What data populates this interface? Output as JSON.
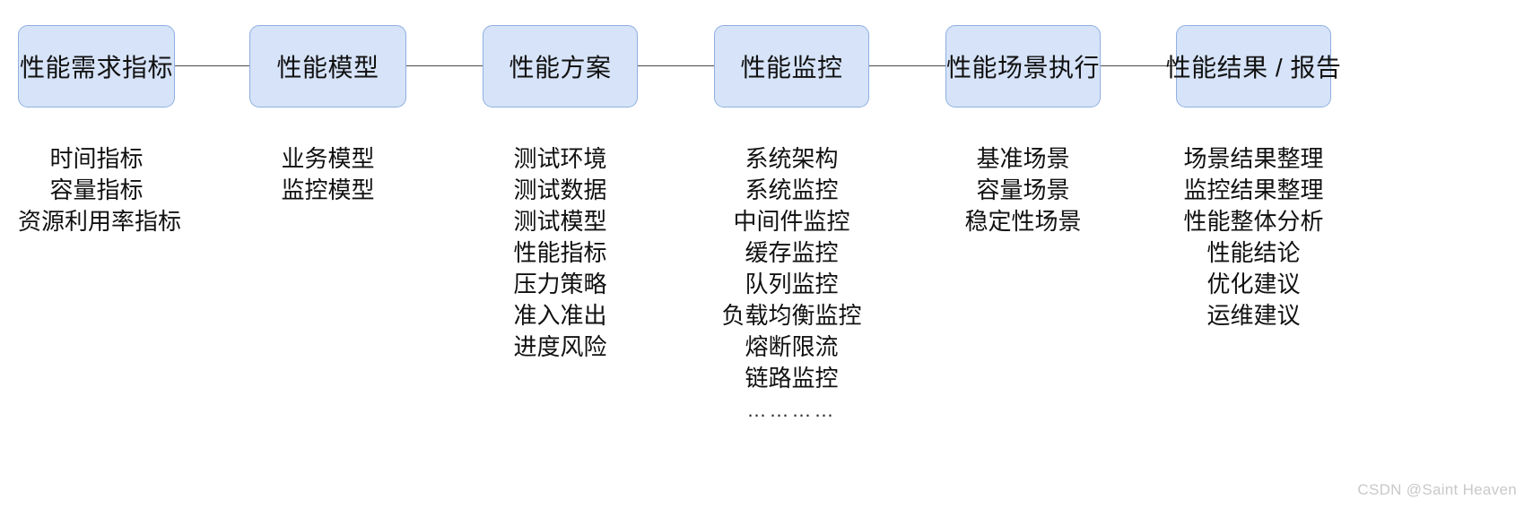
{
  "diagram": {
    "type": "linear-flow",
    "accent_fill": "#d6e3f8",
    "accent_border": "#8fb0e0",
    "connector_color": "#4a4a4a",
    "background": "#ffffff",
    "stages": [
      {
        "title": "性能需求指标",
        "items": [
          "时间指标",
          "容量指标",
          "资源利用率指标"
        ],
        "has_ellipsis": false
      },
      {
        "title": "性能模型",
        "items": [
          "业务模型",
          "监控模型"
        ],
        "has_ellipsis": false
      },
      {
        "title": "性能方案",
        "items": [
          "测试环境",
          "测试数据",
          "测试模型",
          "性能指标",
          "压力策略",
          "准入准出",
          "进度风险"
        ],
        "has_ellipsis": false
      },
      {
        "title": "性能监控",
        "items": [
          "系统架构",
          "系统监控",
          "中间件监控",
          "缓存监控",
          "队列监控",
          "负载均衡监控",
          "熔断限流",
          "链路监控"
        ],
        "has_ellipsis": true,
        "ellipsis": "…………"
      },
      {
        "title": "性能场景执行",
        "items": [
          "基准场景",
          "容量场景",
          "稳定性场景"
        ],
        "has_ellipsis": false
      },
      {
        "title": "性能结果 / 报告",
        "items": [
          "场景结果整理",
          "监控结果整理",
          "性能整体分析",
          "性能结论",
          "优化建议",
          "运维建议"
        ],
        "has_ellipsis": false
      }
    ]
  },
  "watermark": {
    "text": "CSDN @Saint Heaven"
  }
}
